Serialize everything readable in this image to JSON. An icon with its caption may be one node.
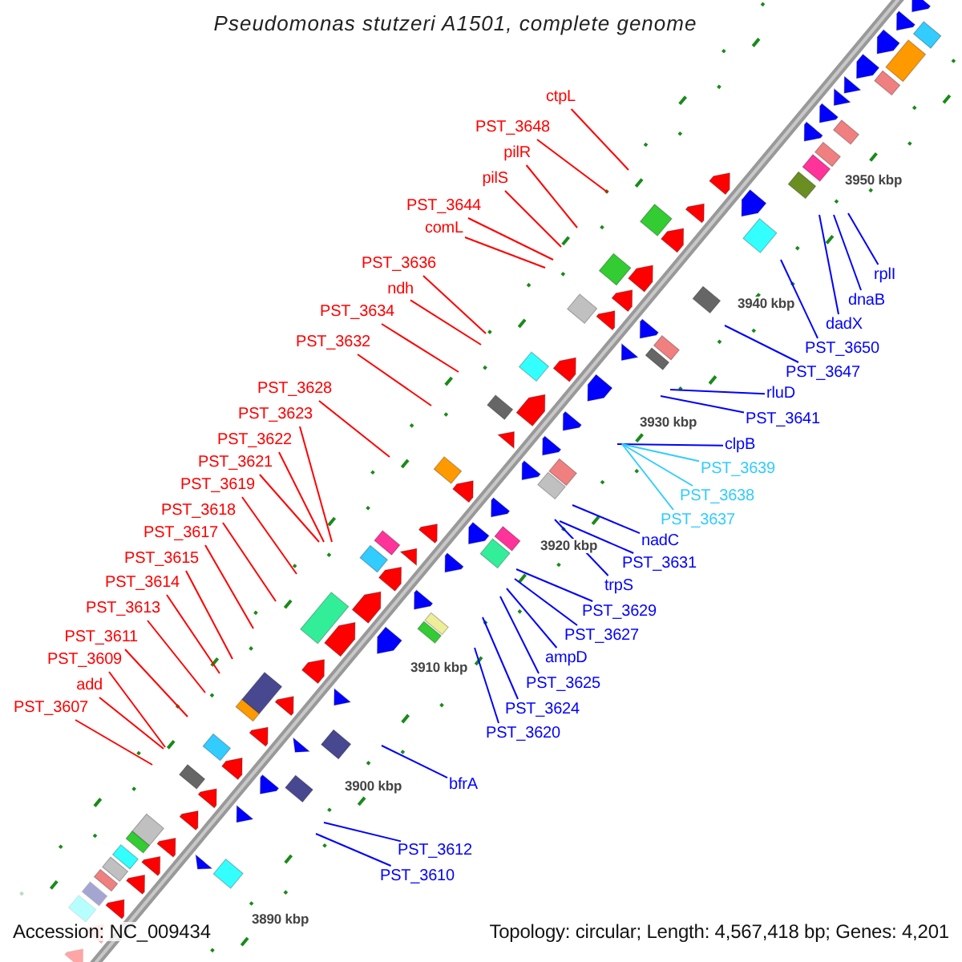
{
  "diagram": {
    "title": "Pseudomonas stutzeri A1501, complete genome",
    "nodes": [
      {
        "text": [
          "ctpL"
        ]
      },
      {
        "text": [
          "PST_3648"
        ]
      },
      {
        "text": [
          "pilR"
        ]
      },
      {
        "text": [
          "pilS"
        ]
      },
      {
        "text": [
          "PST_3644"
        ]
      },
      {
        "text": [
          "comL"
        ]
      },
      {
        "text": [
          "PST_3636"
        ]
      },
      {
        "text": [
          "ndh"
        ]
      },
      {
        "text": [
          "PST_3634"
        ]
      },
      {
        "text": [
          "PST_3632"
        ]
      },
      {
        "text": [
          "PST_3628"
        ]
      },
      {
        "text": [
          "PST_3623"
        ]
      },
      {
        "text": [
          "PST_3622"
        ]
      },
      {
        "text": [
          "PST_3621"
        ]
      },
      {
        "text": [
          "PST_3619"
        ]
      },
      {
        "text": [
          "PST_3618"
        ]
      },
      {
        "text": [
          "PST_3617"
        ]
      },
      {
        "text": [
          "PST_3615"
        ]
      },
      {
        "text": [
          "PST_3614"
        ]
      },
      {
        "text": [
          "PST_3613"
        ]
      },
      {
        "text": [
          "PST_3611"
        ]
      },
      {
        "text": [
          "PST_3609"
        ]
      },
      {
        "text": [
          "add"
        ]
      },
      {
        "text": [
          "PST_3607"
        ]
      },
      {
        "text": [
          "rplI"
        ]
      },
      {
        "text": [
          "dnaB"
        ]
      },
      {
        "text": [
          "dadX"
        ]
      },
      {
        "text": [
          "PST_3650"
        ]
      },
      {
        "text": [
          "PST_3647"
        ]
      },
      {
        "text": [
          "rluD"
        ]
      },
      {
        "text": [
          "PST_3641"
        ]
      },
      {
        "text": [
          "clpB"
        ]
      },
      {
        "text": [
          "PST_3639"
        ]
      },
      {
        "text": [
          "PST_3638"
        ]
      },
      {
        "text": [
          "PST_3637"
        ]
      },
      {
        "text": [
          "nadC"
        ]
      },
      {
        "text": [
          "PST_3631"
        ]
      },
      {
        "text": [
          "trpS"
        ]
      },
      {
        "text": [
          "PST_3629"
        ]
      },
      {
        "text": [
          "PST_3627"
        ]
      },
      {
        "text": [
          "ampD"
        ]
      },
      {
        "text": [
          "PST_3625"
        ]
      },
      {
        "text": [
          "PST_3624"
        ]
      },
      {
        "text": [
          "PST_3620"
        ]
      },
      {
        "text": [
          "bfrA"
        ]
      },
      {
        "text": [
          "PST_3612"
        ]
      },
      {
        "text": [
          "PST_3610"
        ]
      }
    ],
    "edges": [
      {
        "from": 0,
        "to": null,
        "arrow": "none"
      },
      {
        "from": 1,
        "to": null,
        "arrow": "none"
      },
      {
        "from": 2,
        "to": null,
        "arrow": "none"
      },
      {
        "from": 3,
        "to": null,
        "arrow": "none"
      },
      {
        "from": 4,
        "to": null,
        "arrow": "none"
      },
      {
        "from": 5,
        "to": null,
        "arrow": "none"
      },
      {
        "from": 6,
        "to": null,
        "arrow": "none"
      },
      {
        "from": 7,
        "to": null,
        "arrow": "none"
      },
      {
        "from": 8,
        "to": null,
        "arrow": "none"
      },
      {
        "from": 9,
        "to": null,
        "arrow": "none"
      },
      {
        "from": 10,
        "to": null,
        "arrow": "none"
      },
      {
        "from": 11,
        "to": null,
        "arrow": "none"
      },
      {
        "from": 12,
        "to": null,
        "arrow": "none"
      },
      {
        "from": 13,
        "to": null,
        "arrow": "none"
      },
      {
        "from": 14,
        "to": null,
        "arrow": "none"
      },
      {
        "from": 15,
        "to": null,
        "arrow": "none"
      },
      {
        "from": 16,
        "to": null,
        "arrow": "none"
      },
      {
        "from": 17,
        "to": null,
        "arrow": "none"
      },
      {
        "from": 18,
        "to": null,
        "arrow": "none"
      },
      {
        "from": 19,
        "to": null,
        "arrow": "none"
      },
      {
        "from": 20,
        "to": null,
        "arrow": "none"
      },
      {
        "from": 21,
        "to": null,
        "arrow": "none"
      },
      {
        "from": 22,
        "to": null,
        "arrow": "none"
      },
      {
        "from": 23,
        "to": null,
        "arrow": "none"
      },
      {
        "from": 24,
        "to": null,
        "arrow": "none",
        "color": "#0000ff"
      },
      {
        "from": 25,
        "to": null,
        "arrow": "none",
        "color": "#0000ff"
      },
      {
        "from": 26,
        "to": null,
        "arrow": "none",
        "color": "#0000ff"
      },
      {
        "from": 27,
        "to": null,
        "arrow": "none",
        "color": "#0000ff"
      },
      {
        "from": 28,
        "to": null,
        "arrow": "none",
        "color": "#0000ff"
      },
      {
        "from": 29,
        "to": null,
        "arrow": "none",
        "color": "#0000ff"
      },
      {
        "from": 30,
        "to": null,
        "arrow": "none",
        "color": "#0000ff"
      },
      {
        "from": 31,
        "to": null,
        "arrow": "none",
        "color": "#0000ff"
      },
      {
        "from": 32,
        "to": null,
        "arrow": "none",
        "color": "#33ccff"
      },
      {
        "from": 33,
        "to": null,
        "arrow": "none",
        "color": "#33ccff"
      },
      {
        "from": 34,
        "to": null,
        "arrow": "none",
        "color": "#33ccff"
      },
      {
        "from": 35,
        "to": null,
        "arrow": "none",
        "color": "#0000ff"
      },
      {
        "from": 36,
        "to": null,
        "arrow": "none",
        "color": "#0000ff"
      },
      {
        "from": 37,
        "to": null,
        "arrow": "none",
        "color": "#0000ff"
      },
      {
        "from": 38,
        "to": null,
        "arrow": "none",
        "color": "#0000ff"
      },
      {
        "from": 39,
        "to": null,
        "arrow": "none",
        "color": "#0000ff"
      },
      {
        "from": 40,
        "to": null,
        "arrow": "none",
        "color": "#0000ff"
      },
      {
        "from": 41,
        "to": null,
        "arrow": "none",
        "color": "#0000ff"
      },
      {
        "from": 42,
        "to": null,
        "arrow": "none",
        "color": "#0000ff"
      },
      {
        "from": 43,
        "to": null,
        "arrow": "none",
        "color": "#0000ff"
      },
      {
        "from": 44,
        "to": null,
        "arrow": "none",
        "color": "#0000ff"
      },
      {
        "from": 45,
        "to": null,
        "arrow": "none",
        "color": "#0000ff"
      },
      {
        "from": 46,
        "to": null,
        "arrow": "none",
        "color": "#0000ff"
      }
    ],
    "labels": [
      "3950 kbp",
      "3940 kbp",
      "3930 kbp",
      "3920 kbp",
      "3910 kbp",
      "3900 kbp",
      "3890 kbp",
      "Accession: NC_009434",
      "Topology: circular; Length: 4,567,418 bp; Genes: 4,201"
    ]
  }
}
